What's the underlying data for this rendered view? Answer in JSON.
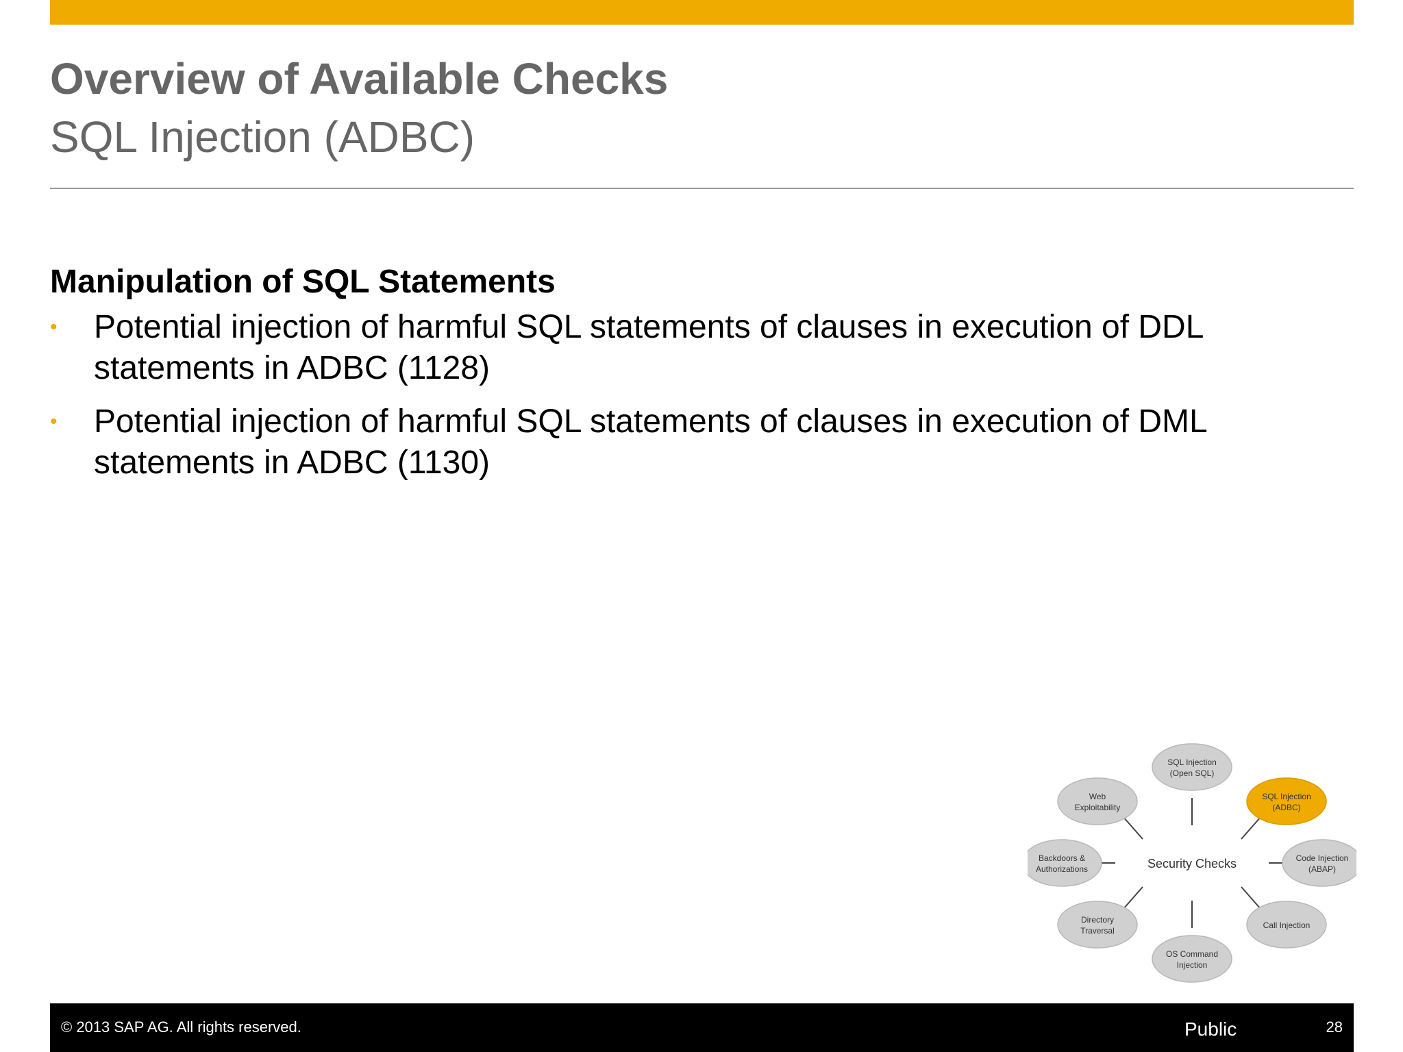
{
  "colors": {
    "accent": "#f0ab00",
    "title_text": "#666666",
    "bullet": "#f0ab00",
    "footer_bg": "#000000",
    "node_default": "#d0d0d0",
    "node_highlight": "#f0ab00"
  },
  "slide": {
    "title": "Overview of Available Checks",
    "subtitle": "SQL Injection (ADBC)"
  },
  "content": {
    "heading": "Manipulation of SQL Statements",
    "bullets": [
      {
        "line1": "Potential injection of harmful SQL statements of clauses in execution of DDL",
        "line2": "statements in ADBC (1128)"
      },
      {
        "line1": "Potential injection of harmful SQL statements of clauses in execution of DML",
        "line2": "statements in ADBC (1130)"
      }
    ]
  },
  "diagram": {
    "center_label": "Security Checks",
    "nodes": [
      {
        "id": "sql-open",
        "lines": [
          "SQL Injection",
          "(Open SQL)"
        ]
      },
      {
        "id": "sql-adbc",
        "lines": [
          "SQL Injection",
          "(ADBC)"
        ],
        "highlighted": true
      },
      {
        "id": "code-injection",
        "lines": [
          "Code Injection",
          "(ABAP)"
        ]
      },
      {
        "id": "call-injection",
        "lines": [
          "Call Injection"
        ]
      },
      {
        "id": "os-command",
        "lines": [
          "OS Command",
          "Injection"
        ]
      },
      {
        "id": "directory-traversal",
        "lines": [
          "Directory",
          "Traversal"
        ]
      },
      {
        "id": "backdoors",
        "lines": [
          "Backdoors &",
          "Authorizations"
        ]
      },
      {
        "id": "web-exploitability",
        "lines": [
          "Web",
          "Exploitability"
        ]
      }
    ]
  },
  "footer": {
    "copyright": "©  2013 SAP AG. All rights reserved.",
    "classification": "Public",
    "page_number": "28"
  }
}
